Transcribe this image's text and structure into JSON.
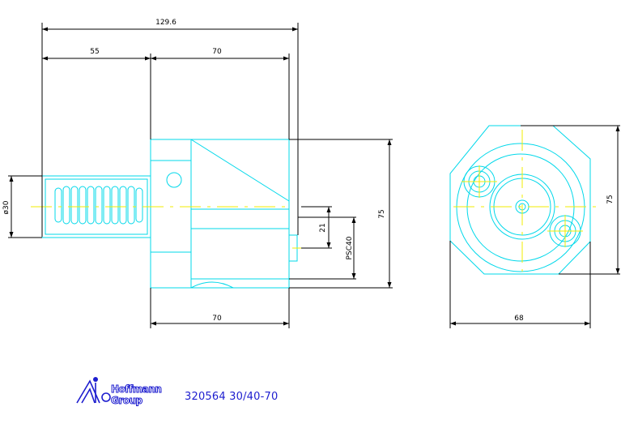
{
  "drawing": {
    "dimensions": {
      "overall_length": "129.6",
      "shank_length": "55",
      "body_length_top": "70",
      "body_length_bottom": "70",
      "body_height": "75",
      "shank_diameter": "ø30",
      "tool_seat_offset": "21",
      "tool_seat_size": "PSC40",
      "front_height": "75",
      "front_width": "68"
    }
  },
  "footer": {
    "logo_line1": "Hoffmann",
    "logo_line2": "Group",
    "part_number": "320564 30/40-70"
  },
  "colors": {
    "part_outline": "#00d8ea",
    "center_line": "#f2ee00",
    "logo": "#1d1dcf"
  }
}
